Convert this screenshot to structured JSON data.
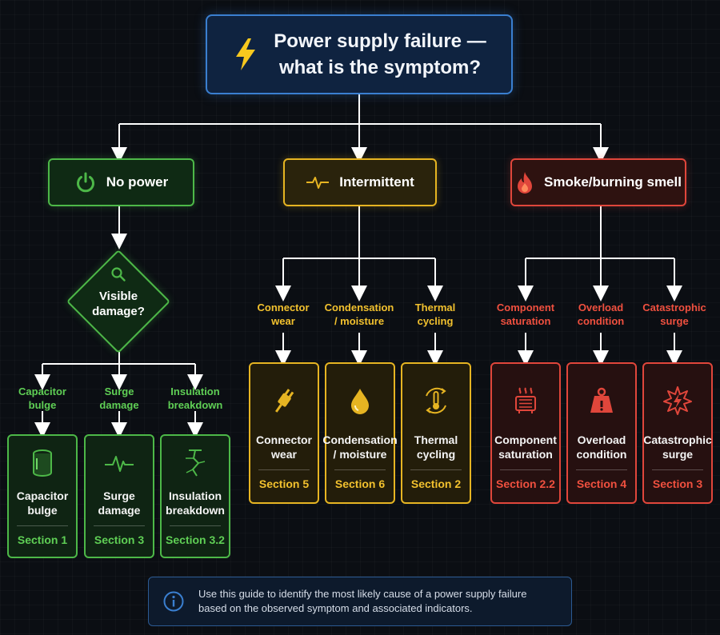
{
  "root": {
    "title_line1": "Power supply failure —",
    "title_line2": "what is the symptom?",
    "icon": "lightning-icon",
    "accent": "#3a7fd0"
  },
  "categories": [
    {
      "label": "No power",
      "icon": "power-icon",
      "color": "#4db848"
    },
    {
      "label": "Intermittent",
      "icon": "pulse-icon",
      "color": "#e6b422"
    },
    {
      "label": "Smoke/burning smell",
      "icon": "flame-icon",
      "color": "#e0463b"
    }
  ],
  "decision": {
    "line1": "Visible",
    "line2": "damage?",
    "icon": "magnifier-icon"
  },
  "branch_labels": {
    "green": [
      [
        "Capacitor",
        "bulge"
      ],
      [
        "Surge",
        "damage"
      ],
      [
        "Insulation",
        "breakdown"
      ]
    ],
    "yellow": [
      [
        "Connector",
        "wear"
      ],
      [
        "Condensation",
        "/ moisture"
      ],
      [
        "Thermal",
        "cycling"
      ]
    ],
    "red": [
      [
        "Component",
        "saturation"
      ],
      [
        "Overload",
        "condition"
      ],
      [
        "Catastrophic",
        "surge"
      ]
    ]
  },
  "leaves": {
    "green": [
      {
        "line1": "Capacitor",
        "line2": "bulge",
        "section": "Section 1",
        "icon": "capacitor-icon"
      },
      {
        "line1": "Surge",
        "line2": "damage",
        "section": "Section 3",
        "icon": "waveform-icon"
      },
      {
        "line1": "Insulation",
        "line2": "breakdown",
        "section": "Section 3.2",
        "icon": "cracked-insulation-icon"
      }
    ],
    "yellow": [
      {
        "line1": "Connector",
        "line2": "wear",
        "section": "Section 5",
        "icon": "plug-icon"
      },
      {
        "line1": "Condensation",
        "line2": "/ moisture",
        "section": "Section 6",
        "icon": "water-drop-icon"
      },
      {
        "line1": "Thermal",
        "line2": "cycling",
        "section": "Section 2",
        "icon": "thermometer-cycle-icon"
      }
    ],
    "red": [
      {
        "line1": "Component",
        "line2": "saturation",
        "section": "Section 2.2",
        "icon": "heating-component-icon"
      },
      {
        "line1": "Overload",
        "line2": "condition",
        "section": "Section 4",
        "icon": "weight-icon"
      },
      {
        "line1": "Catastrophic",
        "line2": "surge",
        "section": "Section 3",
        "icon": "burst-icon"
      }
    ]
  },
  "info": {
    "line1": "Use this guide to identify the most likely cause of a power supply failure",
    "line2": "based on the observed symptom and associated indicators.",
    "icon": "info-icon"
  }
}
